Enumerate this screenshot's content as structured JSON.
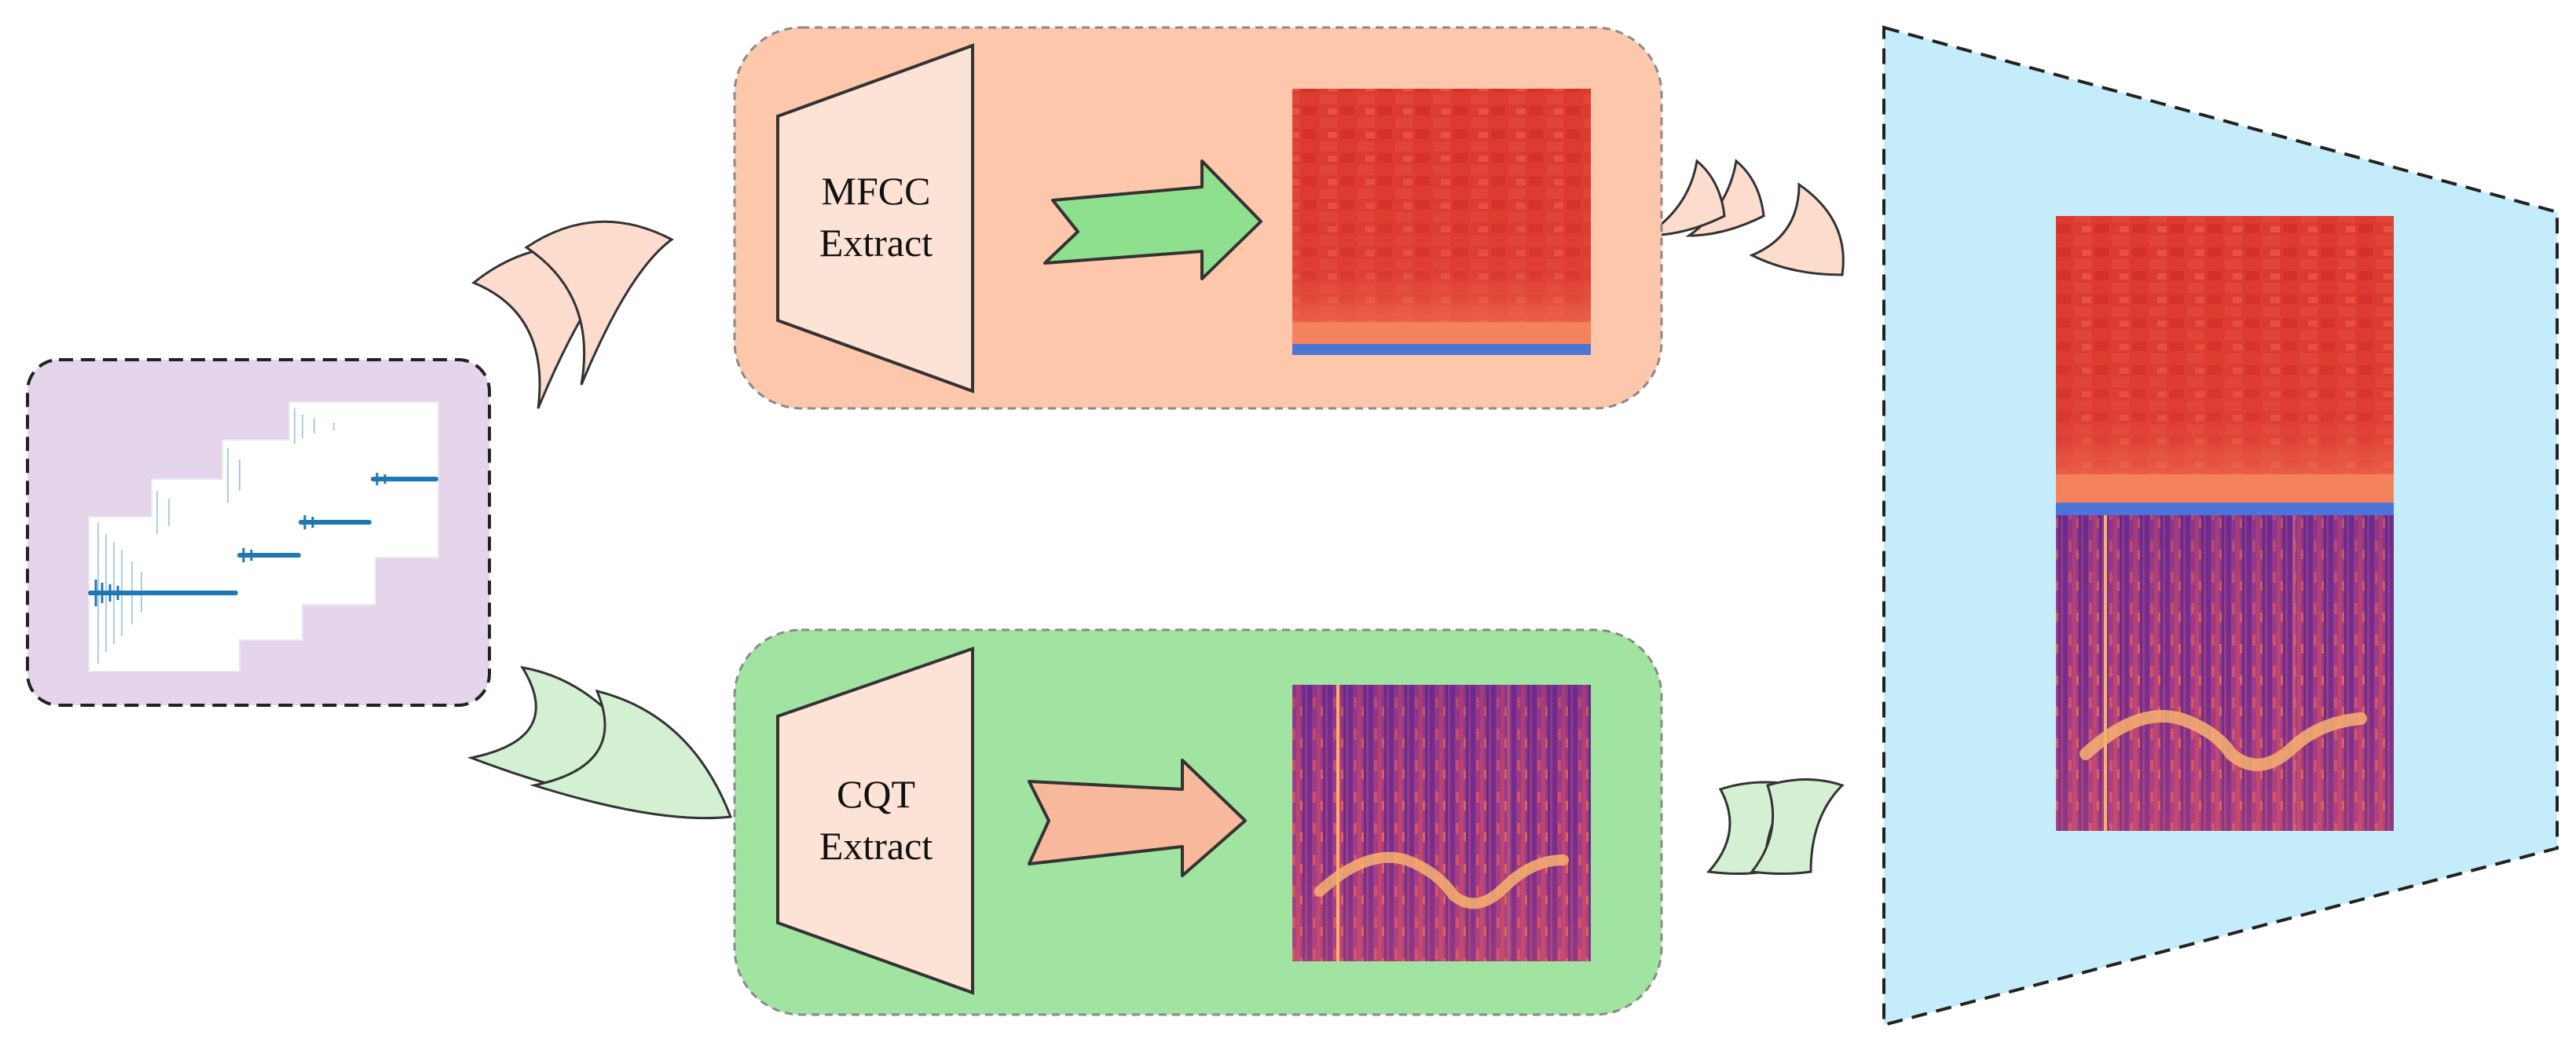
{
  "diagram": {
    "mfcc_box": {
      "line1": "MFCC",
      "line2": "Extract",
      "fill": "#fcc7ab",
      "stroke": "#8a8a8a"
    },
    "cqt_box": {
      "line1": "CQT",
      "line2": "Extract",
      "fill": "#a1e3a0",
      "stroke": "#8a8a8a"
    },
    "input_box": {
      "fill": "#e5d5ea",
      "stroke": "#222222"
    },
    "fusion_box": {
      "fill": "#c5ecfb",
      "stroke": "#222222"
    },
    "colors": {
      "extractor_fill": "#fde3d5",
      "mfcc_arrow": "#8fe08e",
      "cqt_arrow": "#f7b89b",
      "crescent_orange": "#fcdccc",
      "crescent_green": "#d3f1d2",
      "waveform": "#1f77b4",
      "mfcc_red": "#dd3b30",
      "mfcc_band": "#4c75d6",
      "cqt_purple": "#7b2f91",
      "cqt_contour": "#f7b26e"
    }
  }
}
